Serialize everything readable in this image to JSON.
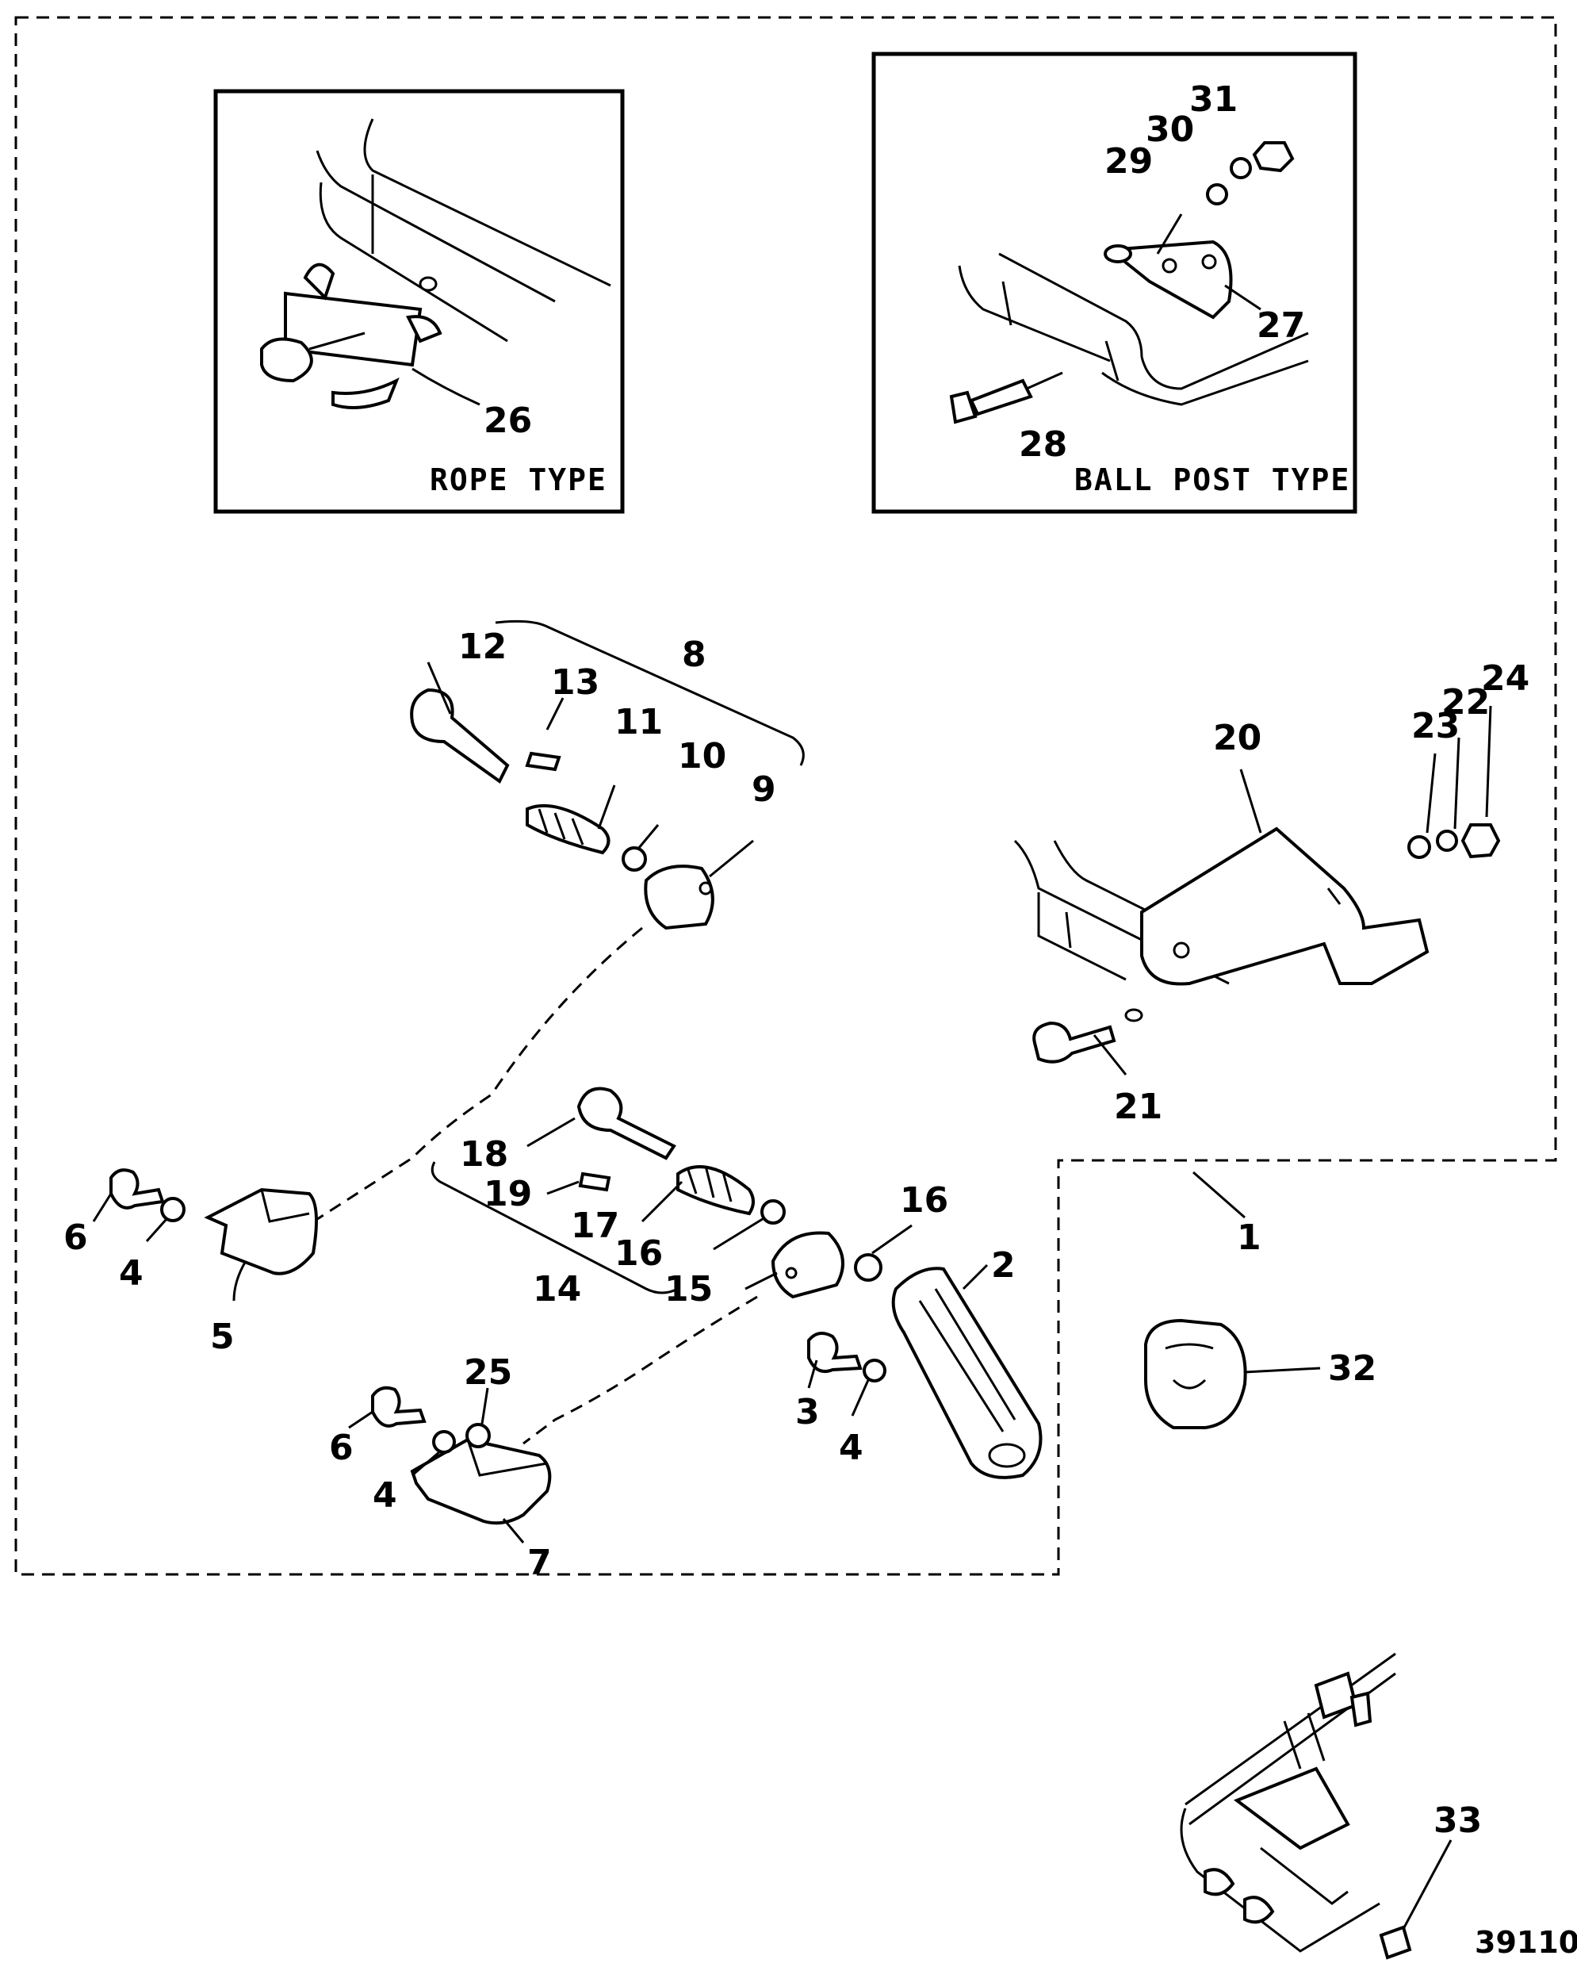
{
  "insets": {
    "rope": {
      "caption": "ROPE TYPE"
    },
    "ball_post": {
      "caption": "BALL POST TYPE"
    }
  },
  "callouts": {
    "c1": "1",
    "c2": "2",
    "c3": "3",
    "c4a": "4",
    "c4b": "4",
    "c4c": "4",
    "c5": "5",
    "c6a": "6",
    "c6b": "6",
    "c7": "7",
    "c8": "8",
    "c9": "9",
    "c10": "10",
    "c11": "11",
    "c12": "12",
    "c13": "13",
    "c14": "14",
    "c15": "15",
    "c16a": "16",
    "c16b": "16",
    "c17": "17",
    "c18": "18",
    "c19": "19",
    "c20": "20",
    "c21": "21",
    "c22": "22",
    "c23": "23",
    "c24": "24",
    "c25": "25",
    "c26": "26",
    "c27": "27",
    "c28": "28",
    "c29": "29",
    "c30": "30",
    "c31": "31",
    "c32": "32",
    "c33": "33"
  },
  "figure_id": "39110"
}
